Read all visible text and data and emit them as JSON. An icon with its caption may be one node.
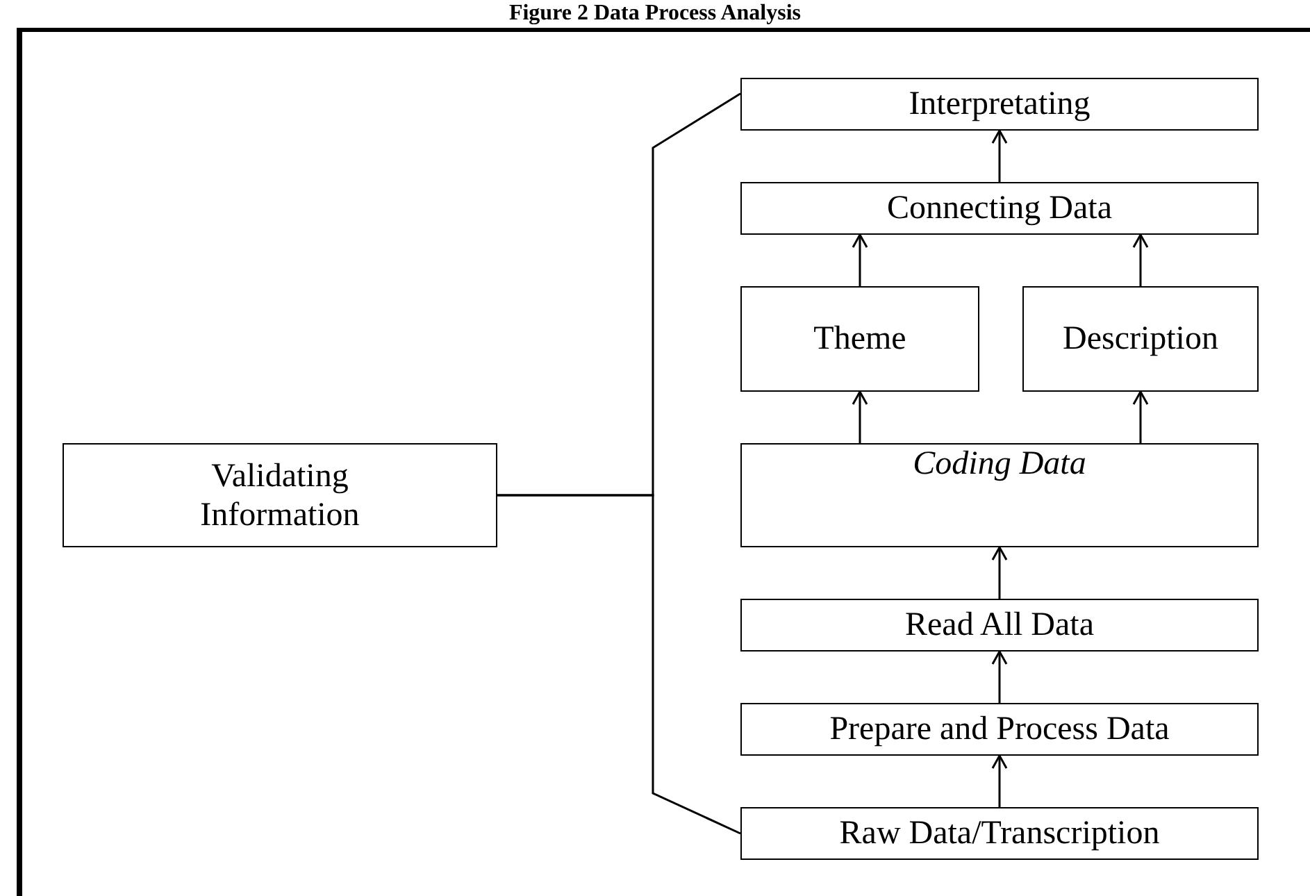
{
  "diagram": {
    "title": "Figure 2 Data Process Analysis",
    "nodes": [
      {
        "text": [
          "Interpretating"
        ]
      },
      {
        "text": [
          "Connecting Data"
        ]
      },
      {
        "text": [
          "Theme"
        ]
      },
      {
        "text": [
          "Description"
        ]
      },
      {
        "text": [
          "Coding Data"
        ]
      },
      {
        "text": [
          "Validating Information"
        ]
      },
      {
        "text": [
          "Read All Data"
        ]
      },
      {
        "text": [
          "Prepare and Process Data"
        ]
      },
      {
        "text": [
          "Raw Data/Transcription"
        ]
      }
    ],
    "edges": [
      {
        "from": 8,
        "to": 7,
        "arrow": "to"
      },
      {
        "from": 7,
        "to": 6,
        "arrow": "to"
      },
      {
        "from": 6,
        "to": 4,
        "arrow": "to"
      },
      {
        "from": 4,
        "to": 2,
        "arrow": "to"
      },
      {
        "from": 4,
        "to": 3,
        "arrow": "to"
      },
      {
        "from": 2,
        "to": 1,
        "arrow": "to"
      },
      {
        "from": 3,
        "to": 1,
        "arrow": "to"
      },
      {
        "from": 1,
        "to": 0,
        "arrow": "to"
      },
      {
        "from": 5,
        "to": 0,
        "arrow": "none"
      },
      {
        "from": 5,
        "to": 8,
        "arrow": "none"
      }
    ]
  }
}
